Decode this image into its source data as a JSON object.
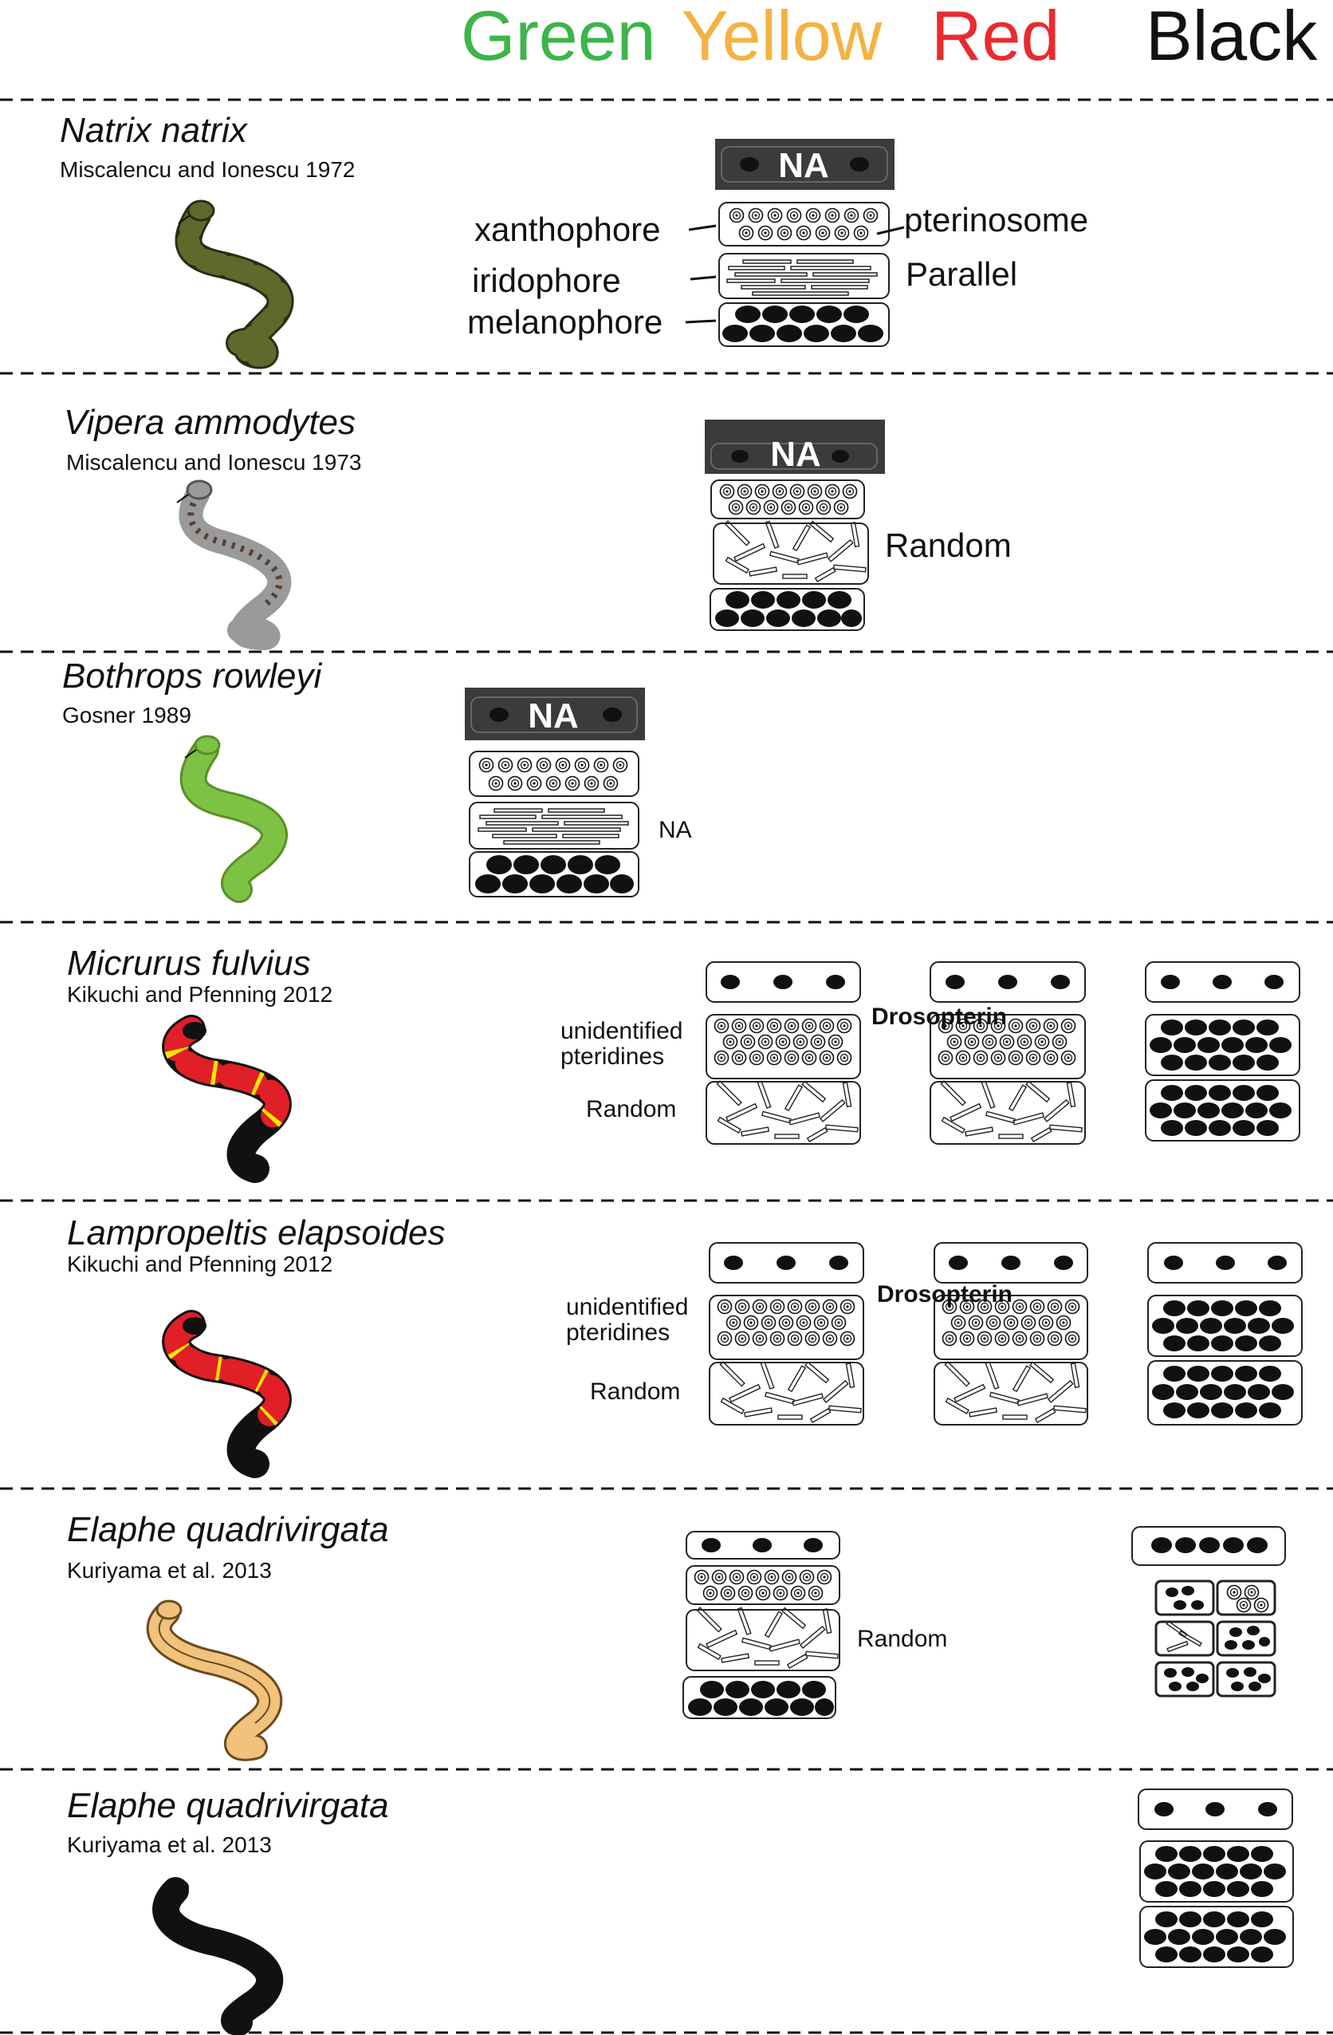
{
  "header": {
    "colors": [
      {
        "label": "Green",
        "color": "#3cb54a"
      },
      {
        "label": "Yellow",
        "color": "#f4b240"
      },
      {
        "label": "Red",
        "color": "#e82b2f"
      },
      {
        "label": "Black",
        "color": "#111111"
      }
    ]
  },
  "labels": {
    "na": "NA",
    "xanthophore": "xanthophore",
    "iridophore": "iridophore",
    "melanophore": "melanophore",
    "pterinosome": "pterinosome",
    "parallel": "Parallel",
    "random": "Random",
    "unidentified_line1": "unidentified",
    "unidentified_line2": "pteridines",
    "drosopterin": "Drosopterin"
  },
  "rows": [
    {
      "species": "Natrix natrix",
      "author": "Miscalencu and Ionescu 1972",
      "snake": "olive-banded-snake-icon"
    },
    {
      "species": "Vipera ammodytes",
      "author": "Miscalencu and Ionescu 1973",
      "snake": "gray-viper-icon"
    },
    {
      "species": "Bothrops rowleyi",
      "author": "Gosner 1989",
      "snake": "green-snake-icon"
    },
    {
      "species": "Micrurus fulvius",
      "author": "Kikuchi and Pfenning 2012",
      "snake": "coral-snake-icon"
    },
    {
      "species": "Lampropeltis elapsoides",
      "author": "Kikuchi and Pfenning 2012",
      "snake": "kingsnake-icon"
    },
    {
      "species": "Elaphe quadrivirgata",
      "author": "Kuriyama et al. 2013",
      "snake": "striped-snake-icon"
    },
    {
      "species": "Elaphe quadrivirgata",
      "author": "Kuriyama et al. 2013",
      "snake": "black-snake-icon"
    }
  ],
  "palette": {
    "olive": "#5e6a2c",
    "olive_dark": "#2a2e14",
    "gray": "#9a9a9a",
    "gray_dark": "#5a4032",
    "green": "#7dc242",
    "red": "#e01f26",
    "yellow": "#f2e600",
    "tan": "#f0c27b",
    "black": "#111111",
    "na_fill": "#3b3b3b"
  }
}
